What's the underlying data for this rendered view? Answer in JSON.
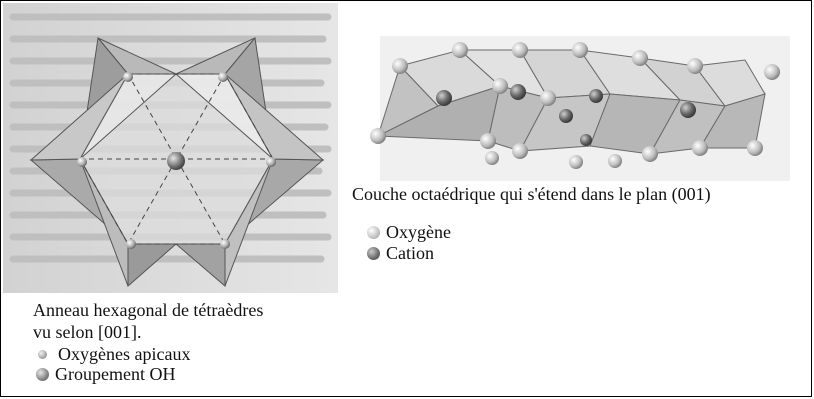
{
  "hexagonal_ring": {
    "caption_line1": "Anneau hexagonal de tétraèdres",
    "caption_line2": "vu selon [001].",
    "legend": [
      {
        "label": "Oxygènes apicaux",
        "icon": "small-sphere-icon"
      },
      {
        "label": "Groupement OH",
        "icon": "large-sphere-icon"
      }
    ]
  },
  "octahedral_layer": {
    "caption": "Couche octaédrique qui s'étend dans le plan (001)",
    "legend": [
      {
        "label": "Oxygène",
        "icon": "oxygen-sphere-icon"
      },
      {
        "label": "Cation",
        "icon": "cation-sphere-icon"
      }
    ]
  },
  "colors": {
    "background_text_gray": "#b5b5b5",
    "sphere_light": "#e0e0e0",
    "sphere_dark": "#6a6a6a",
    "octahedron_face": "#d8d8d8"
  }
}
